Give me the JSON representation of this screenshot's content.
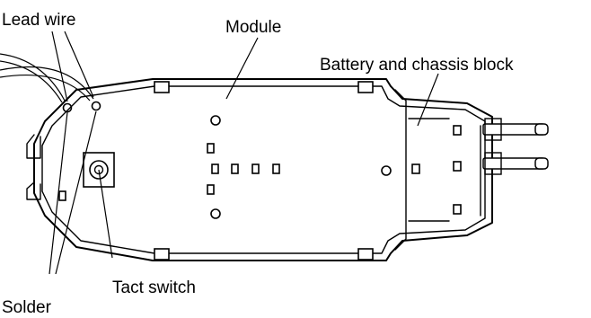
{
  "labels": {
    "lead_wire": "Lead wire",
    "module": "Module",
    "battery_chassis": "Battery and chassis block",
    "tact_switch": "Tact switch",
    "solder": "Solder"
  }
}
